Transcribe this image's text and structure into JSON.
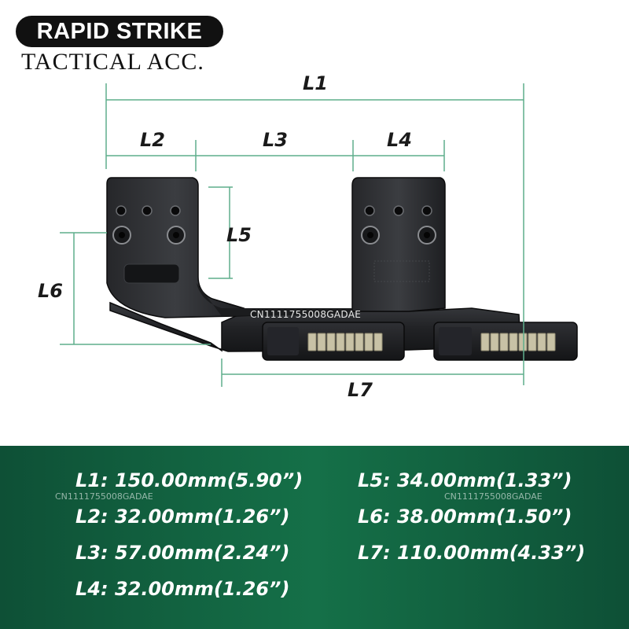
{
  "brand": {
    "name": "RAPID STRIKE",
    "subtitle": "TACTICAL ACC."
  },
  "dimension_labels": {
    "l1": "L1",
    "l2": "L2",
    "l3": "L3",
    "l4": "L4",
    "l5": "L5",
    "l6": "L6",
    "l7": "L7"
  },
  "product": {
    "watermark": "CN1111755008GADAE"
  },
  "specs": {
    "l1": "L1: 150.00mm(5.90”)",
    "l2": "L2: 32.00mm(1.26”)",
    "l3": "L3: 57.00mm(2.24”)",
    "l4": "L4: 32.00mm(1.26”)",
    "l5": "L5: 34.00mm(1.33”)",
    "l6": "L6: 38.00mm(1.50”)",
    "l7": "L7: 110.00mm(4.33”)"
  },
  "panel_watermarks": {
    "left": "CN1111755008GADAE",
    "right": "CN1111755008GADAE"
  },
  "colors": {
    "dimension_line": "#5fae8c",
    "panel_green": "#157048",
    "mount_body": "#1d1e20",
    "lever_accent": "#c8c2a6"
  }
}
